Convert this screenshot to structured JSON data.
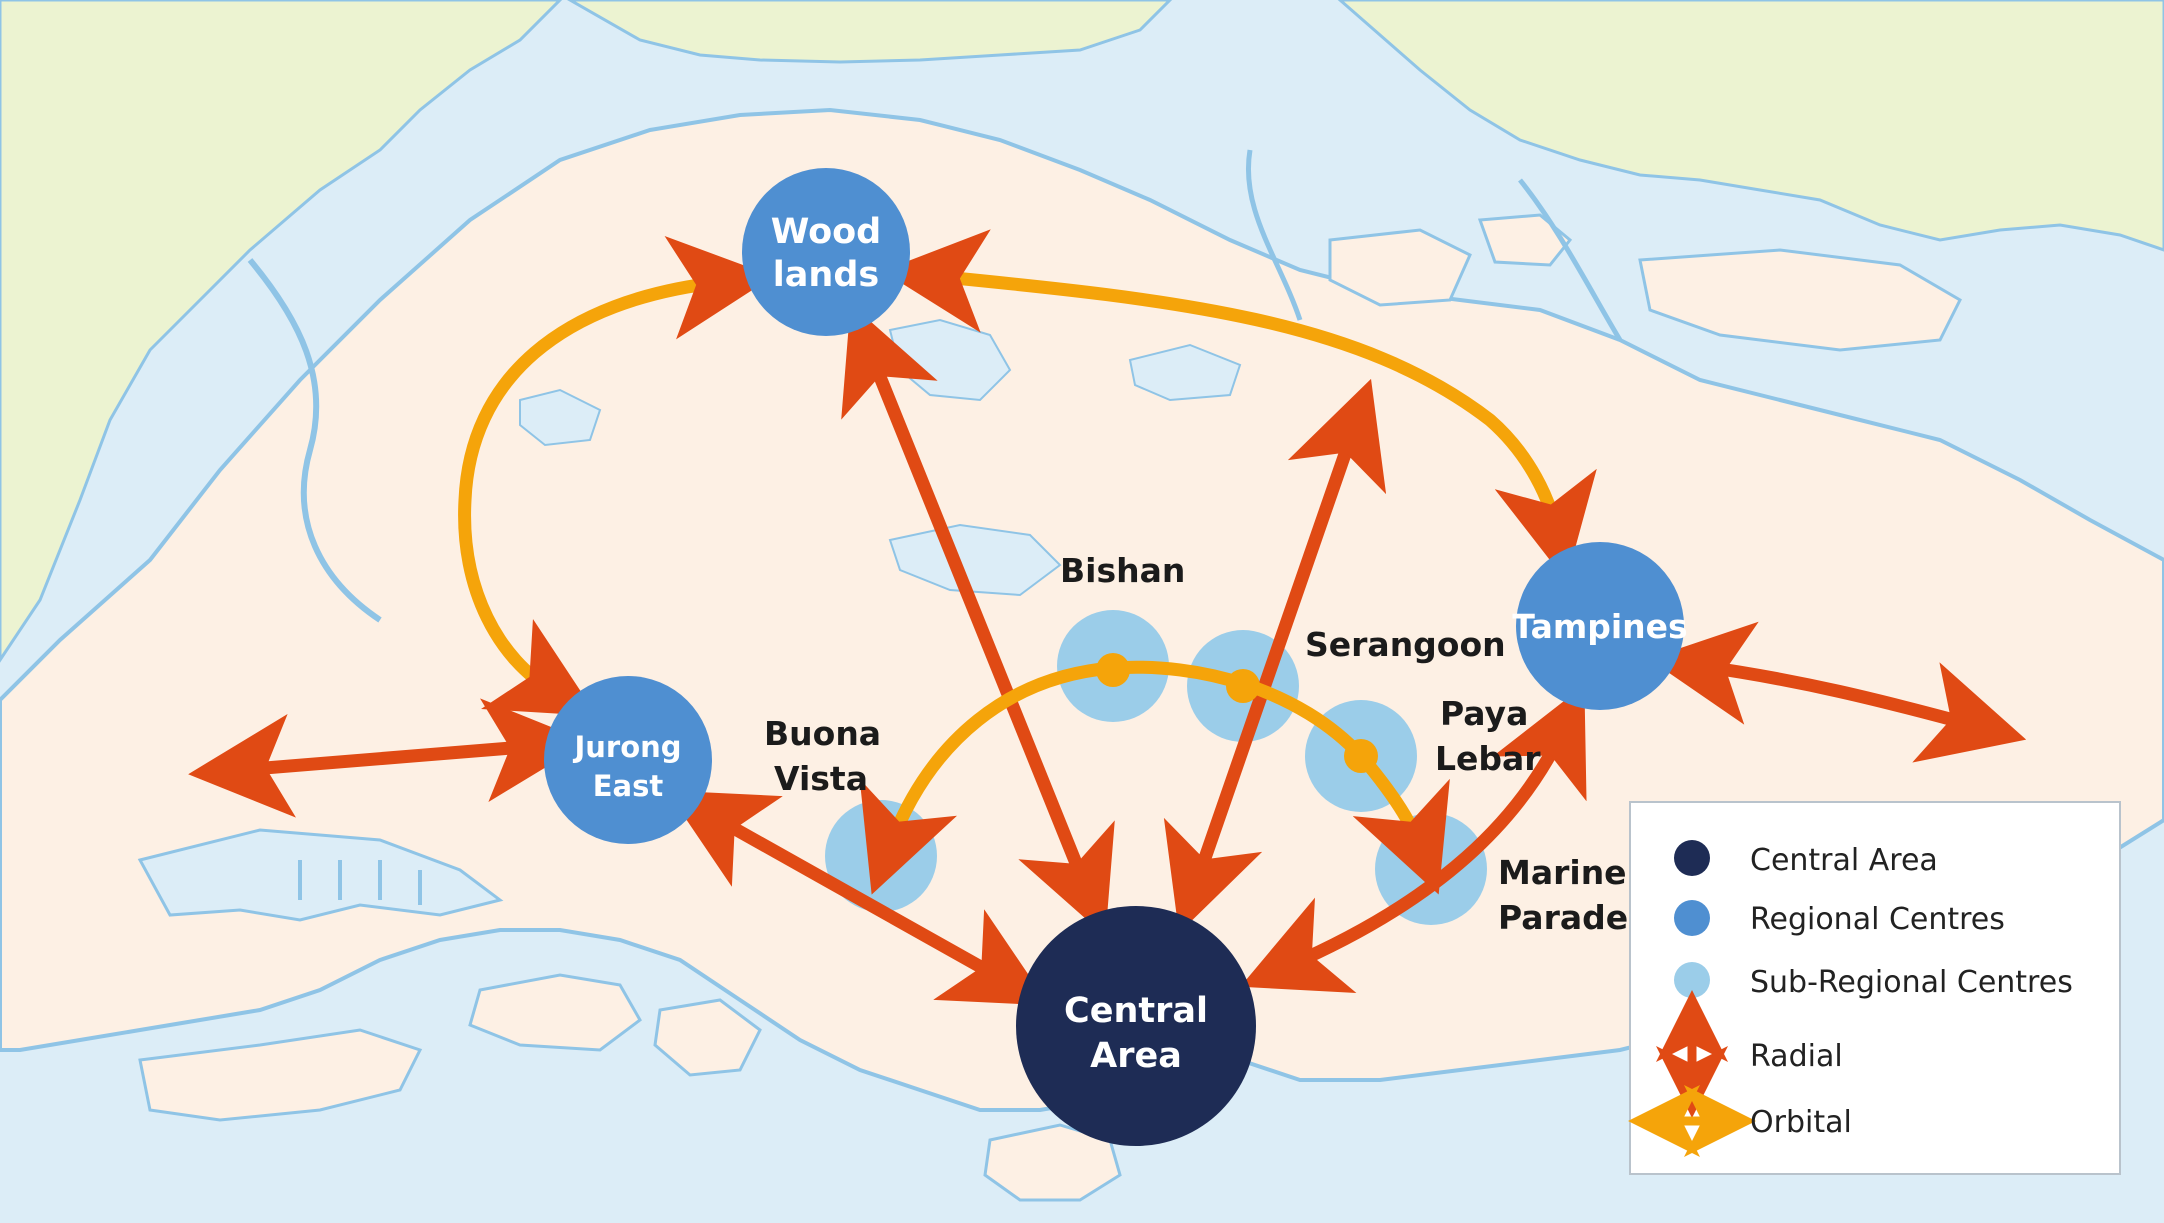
{
  "colors": {
    "sea": "#dcedf7",
    "island": "#fdf0e4",
    "coast": "#8fc4e6",
    "mainland": "#ecf3d1",
    "central": "#1e2c55",
    "regional": "#4f8fd1",
    "subregional": "#9bcde9",
    "radial": "#e04a14",
    "orbital": "#f5a40a"
  },
  "centres": {
    "central": {
      "line1": "Central",
      "line2": "Area"
    },
    "woodlands": {
      "line1": "Wood",
      "line2": "lands"
    },
    "tampines": {
      "line1": "Tampines"
    },
    "jurong": {
      "line1": "Jurong",
      "line2": "East"
    }
  },
  "subregional": {
    "bishan": {
      "line1": "Bishan"
    },
    "serangoon": {
      "line1": "Serangoon"
    },
    "paya_lebar": {
      "line1": "Paya",
      "line2": "Lebar"
    },
    "buona_vista": {
      "line1": "Buona",
      "line2": "Vista"
    },
    "marine_parade": {
      "line1": "Marine",
      "line2": "Parade"
    }
  },
  "legend": {
    "items": [
      {
        "label": "Central Area",
        "symbol": "dot",
        "color": "#1e2c55"
      },
      {
        "label": "Regional Centres",
        "symbol": "dot",
        "color": "#4f8fd1"
      },
      {
        "label": "Sub-Regional Centres",
        "symbol": "dot",
        "color": "#9bcde9"
      },
      {
        "label": "Radial",
        "symbol": "vertical-double-arrow",
        "color": "#e04a14"
      },
      {
        "label": "Orbital",
        "symbol": "horizontal-double-arrow",
        "color": "#f5a40a"
      }
    ]
  }
}
